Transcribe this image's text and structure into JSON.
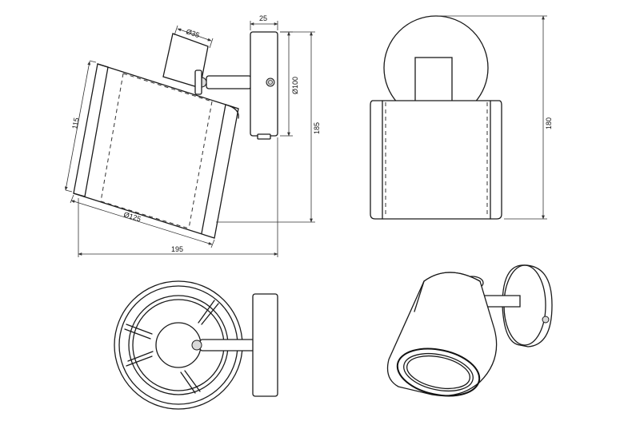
{
  "dimensions": {
    "stem_diameter": "Ø35",
    "plate_depth": "25",
    "shade_height": "115",
    "plate_diameter": "Ø100",
    "total_height": "185",
    "shade_diameter": "Ø125",
    "total_depth": "195",
    "front_height": "180"
  }
}
